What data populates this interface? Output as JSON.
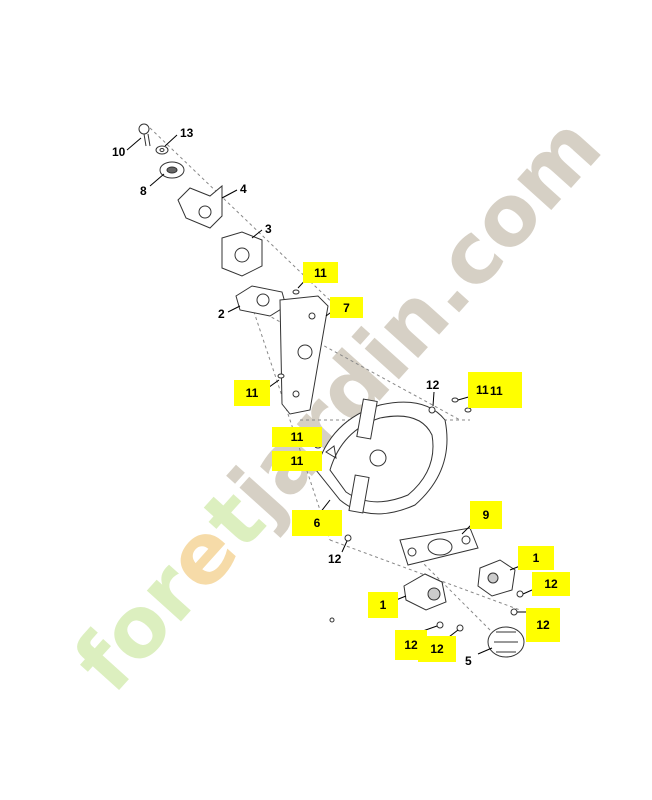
{
  "diagram": {
    "labels": {
      "l1a": "1",
      "l1b": "1",
      "l2": "2",
      "l3": "3",
      "l4": "4",
      "l5": "5",
      "l6": "6",
      "l7": "7",
      "l8": "8",
      "l9": "9",
      "l10": "10",
      "l11a": "11",
      "l11b": "11",
      "l11c": "11",
      "l11d": "11",
      "l11e": "11",
      "l11f": "11",
      "l12a": "12",
      "l12b": "12",
      "l12c": "12",
      "l12d": "12",
      "l12e": "12",
      "l12f": "12",
      "l13": "13"
    },
    "highlight_color": "#ffff00"
  },
  "watermark": {
    "part1": "for",
    "part2": "e",
    "part3": "t",
    "part4": "jardin.com",
    "colors": {
      "green": "#d9ecb8",
      "orange": "#f7d9a6",
      "grey": "#d4cec3"
    }
  }
}
